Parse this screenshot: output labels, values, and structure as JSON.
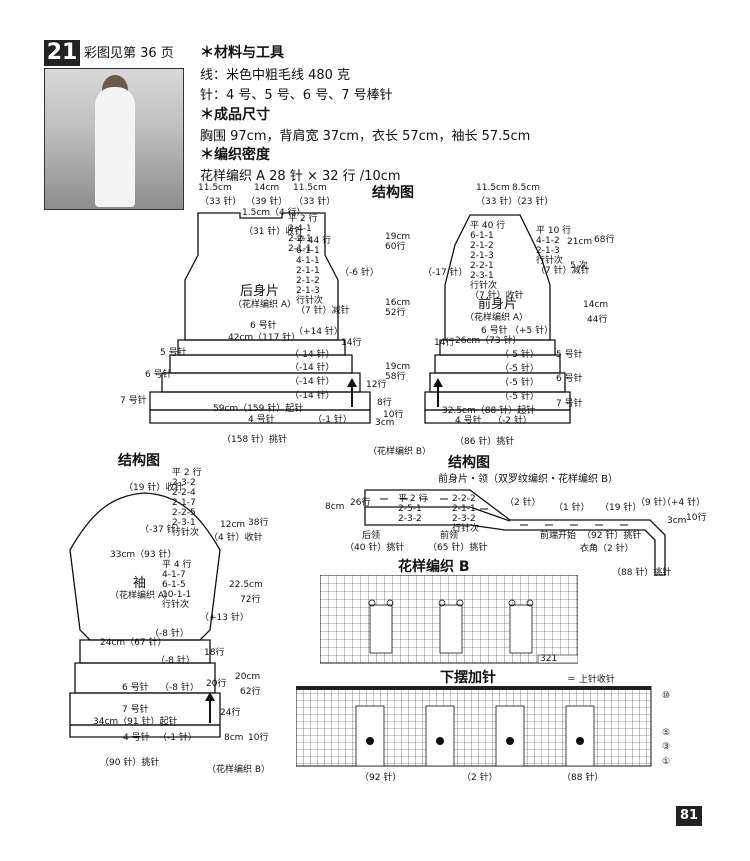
{
  "header": {
    "number": "21",
    "photo_ref": "彩图见第 36 页"
  },
  "materials": {
    "title": "＊材料与工具",
    "yarn": "线：米色中粗毛线 480 克",
    "needles": "针：4 号、5 号、6 号、7 号棒针"
  },
  "size": {
    "title": "＊成品尺寸",
    "text": "胸围 97cm，背肩宽 37cm，衣长 57cm，袖长 57.5cm"
  },
  "density": {
    "title": "＊编织密度",
    "text": "花样编织 A  28 针 × 32 行 /10cm"
  },
  "back": {
    "diagram_title": "结构图",
    "top_dims": [
      "11.5cm",
      "14cm",
      "11.5cm"
    ],
    "top_sts": [
      "（33 针）",
      "（39 针）",
      "（33 针）"
    ],
    "neck_rows": "1.5cm（4 行）",
    "neck_dec": "（31 针）收针",
    "neck_seq": [
      "平 2 行",
      "2-4-1",
      "2-2-1",
      "2-1-1"
    ],
    "arm_seq": [
      "平 44 行",
      "6-1-1",
      "4-1-1",
      "2-1-1",
      "2-1-2",
      "2-1-3",
      "行针次",
      "（7 针）减针"
    ],
    "shoulder_dec": "（-6 针）",
    "name": "后身片",
    "pattern": "（花样编织 A）",
    "right_dims": [
      "19cm",
      "60行",
      "16cm",
      "52行",
      "19cm",
      "58行"
    ],
    "needle_6": "6 号针",
    "inc_14": "（+14 针）",
    "width_42": "42cm（117 针）",
    "needle_5": "5 号针",
    "needle_6b": "6 号针",
    "needle_7": "7 号针",
    "needle_4": "4 号针",
    "dec_14": "（-14 针）",
    "bottom": "59cm（159 针）起针",
    "dec_1": "（-1 针）",
    "pickup": "（158 针）挑针",
    "rows14": "14行",
    "rows12": "12行",
    "rows8": "8行",
    "rows10": "10行",
    "cm3": "3cm"
  },
  "front": {
    "top_dims": [
      "11.5cm",
      "8.5cm"
    ],
    "top_sts": [
      "（33 针）",
      "（23 针）"
    ],
    "neck_seq": [
      "平 40 行",
      "6-1-1",
      "2-1-2",
      "2-1-3",
      "2-2-1",
      "2-3-1",
      "行针次",
      "（7 针）收针"
    ],
    "arm_seq": [
      "平 10 行",
      "4-1-2",
      "2-1-3",
      "行针次",
      "（7 针）减针"
    ],
    "times": "5 次",
    "dims": [
      "21cm",
      "68行",
      "14cm",
      "44行"
    ],
    "dec_17": "（-17 针）",
    "name": "前身片",
    "pattern": "（花样编织 A）",
    "needle_6": "6 号针",
    "inc_5": "（+5 针）",
    "width_26": "26cm（73 针）",
    "needle_5": "5 号针",
    "needle_6b": "6 号针",
    "needle_7": "7 号针",
    "needle_4": "4 号针",
    "dec_5": "（-5 针）",
    "bottom": "32.5cm（88 针）起针",
    "dec_2": "（-2 针）",
    "pickup": "（86 针）挑针",
    "pattern_b": "（花样编织 B）",
    "rows14": "14行"
  },
  "sleeve": {
    "diagram_title": "结构图",
    "top_sts": "（19 针）收针",
    "cap_seq": [
      "平 2 行",
      "2-3-2",
      "2-2-4",
      "2-1-7",
      "2-2-5",
      "2-3-1",
      "行针次"
    ],
    "dec_37": "（-37 针）",
    "dec_4": "（4 针）收针",
    "width_33": "33cm（93 针）",
    "dims": [
      "12cm",
      "38行",
      "22.5cm",
      "72行",
      "20cm",
      "62行",
      "8cm",
      "10行"
    ],
    "name": "袖",
    "pattern": "（花样编织 A）",
    "inc_seq": [
      "平 4 行",
      "4-1-7",
      "6-1-5",
      "10-1-1",
      "行针次"
    ],
    "inc_13": "（+13 针）",
    "dec_8a": "（-8 针）",
    "width_24": "24cm（67 针）",
    "dec_8b": "（-8 针）",
    "needle_6": "6 号针",
    "dec_8c": "（-8 针）",
    "needle_7": "7 号针",
    "bottom": "34cm（91 针）起针",
    "needle_4": "4 号针",
    "dec_1": "（-1 针）",
    "pickup": "（90 针）挑针",
    "pattern_b": "（花样编织 B）",
    "rows18": "18行",
    "rows20": "20行",
    "rows24": "24行"
  },
  "collar": {
    "diagram_title": "结构图",
    "subtitle": "前身片・领（双罗纹编织・花样编织 B）",
    "left_dim": "8cm",
    "rows26": "26行",
    "seq": [
      "平 2 行",
      "2-5-1",
      "2-3-2",
      "2-2-2",
      "2-1-1",
      "2-3-2",
      "行针次"
    ],
    "st2": "（2 针）",
    "st1": "（1 针）",
    "st19": "（19 针）",
    "st9": "（9 针）",
    "inc4": "（+4 针）",
    "cm3": "3cm",
    "rows10": "10行",
    "back_neck": "后领",
    "front_neck": "前领",
    "front_edge": "前端开始",
    "st92": "（92 针）挑针",
    "corner": "衣角（2 针）",
    "pick40": "（40 针）挑针",
    "pick65": "（65 针）挑针",
    "pick88": "（88 针）挑针"
  },
  "pattern_b": {
    "title": "花样编织 B"
  },
  "hem": {
    "title": "下摆加针",
    "legend": "＝ 上针收针",
    "row_marks": [
      "⑩",
      "⑤",
      "③",
      "①"
    ],
    "bottom_sts": [
      "（92 针）",
      "（2 针）",
      "（88 针）"
    ],
    "numbers": [
      "3",
      "2",
      "1"
    ]
  },
  "page_number": "81"
}
